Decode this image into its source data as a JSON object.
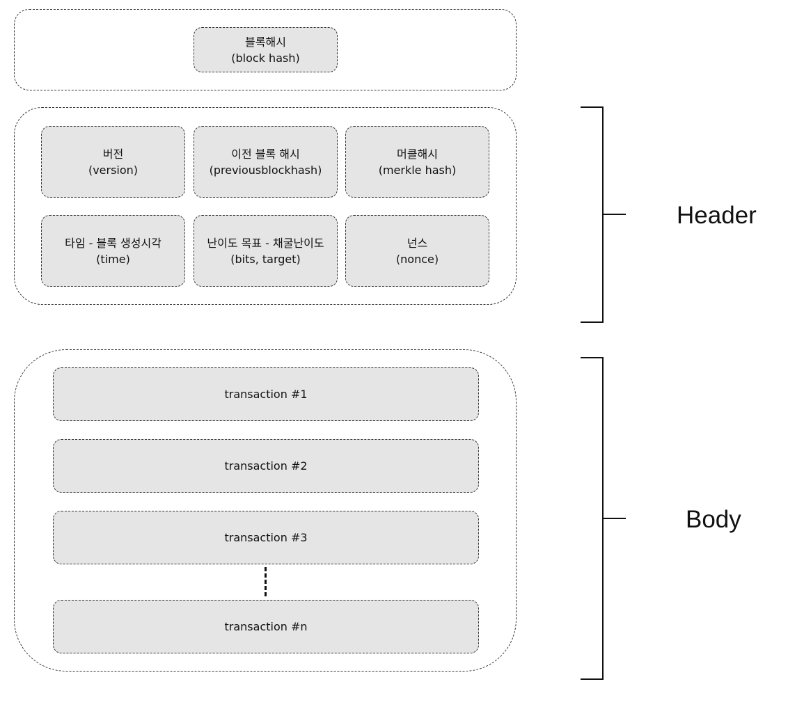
{
  "block_hash": {
    "korean": "블록해시",
    "english": "(block hash)"
  },
  "header_fields": [
    {
      "korean": "버전",
      "english": "(version)"
    },
    {
      "korean": "이전 블록 해시",
      "english": "(previousblockhash)"
    },
    {
      "korean": "머클해시",
      "english": "(merkle hash)"
    },
    {
      "korean": "타임 - 블록 생성시각",
      "english": "(time)"
    },
    {
      "korean": "난이도 목표 - 채굴난이도",
      "english": "(bits, target)"
    },
    {
      "korean": "넌스",
      "english": "(nonce)"
    }
  ],
  "transactions": [
    "transaction #1",
    "transaction #2",
    "transaction #3",
    "transaction #n"
  ],
  "labels": {
    "header": "Header",
    "body": "Body"
  }
}
